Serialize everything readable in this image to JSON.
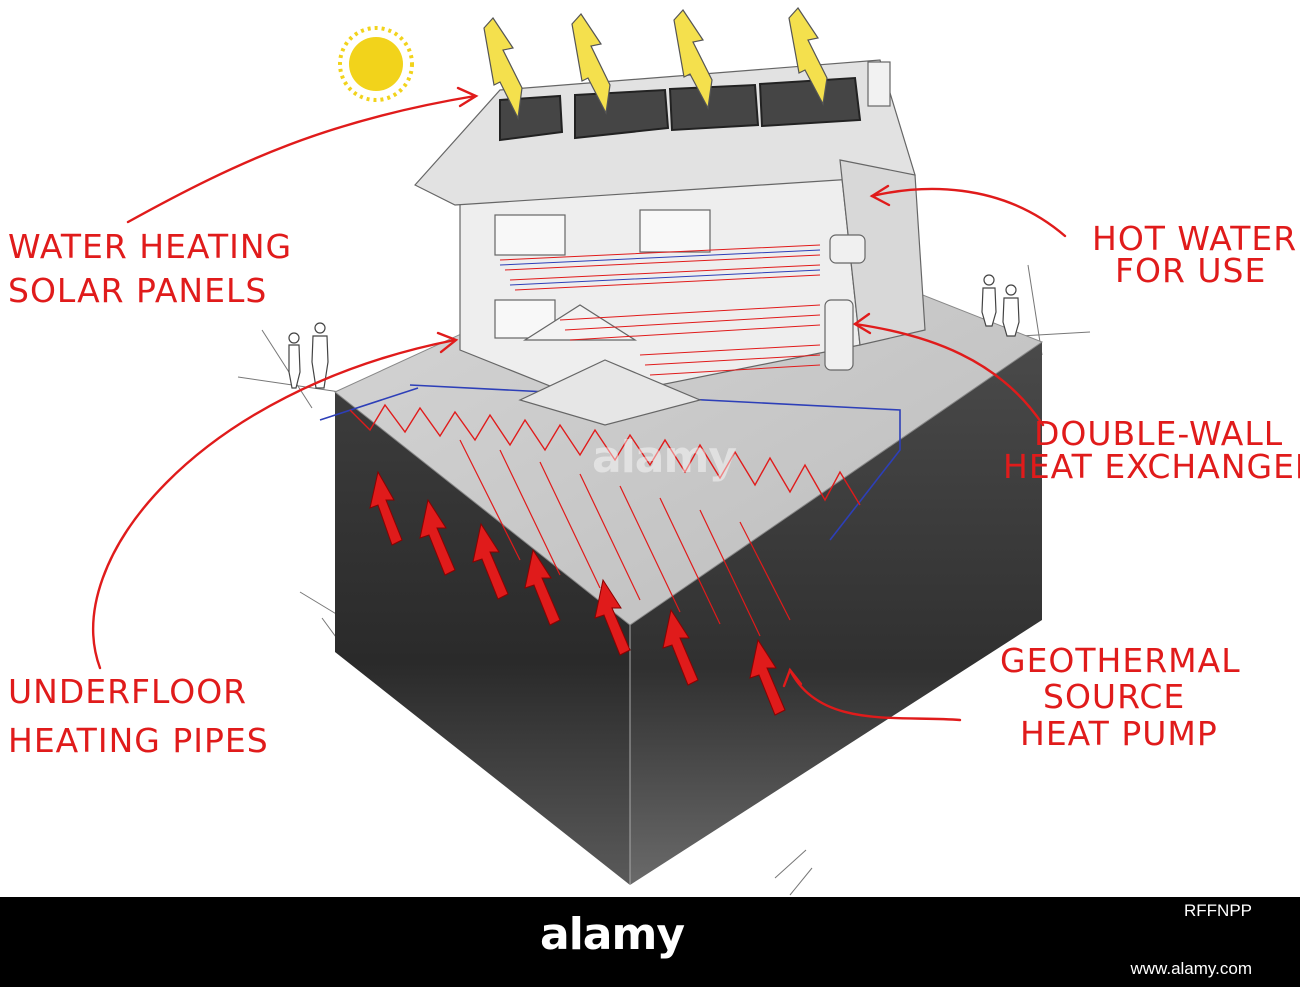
{
  "labels": {
    "solar_panels": [
      "WATER HEATING",
      "SOLAR PANELS"
    ],
    "hot_water": [
      "HOT WATER",
      "FOR USE"
    ],
    "heat_exchanger": [
      "DOUBLE-WALL",
      "HEAT EXCHANGER"
    ],
    "underfloor": [
      "UNDERFLOOR",
      "HEATING PIPES"
    ],
    "geothermal": [
      "GEOTHERMAL",
      "SOURCE",
      "HEAT PUMP"
    ]
  },
  "watermark": "alamy",
  "footer": {
    "brand": "alamy",
    "image_id": "RFFNPP",
    "url": "www.alamy.com"
  },
  "colors": {
    "annotation": "#e01b1b",
    "sun": "#f2d31b",
    "sun_arrow": "#f4e04d",
    "soil_top": "#444444",
    "soil_bottom": "#1a1a1a",
    "ground": "#cfcfcf",
    "pipe_hot": "#e01b1b",
    "pipe_cold": "#2d3fb8",
    "footer": "#000000"
  },
  "counts": {
    "solar_panels": 4,
    "heat_arrows": 7
  }
}
